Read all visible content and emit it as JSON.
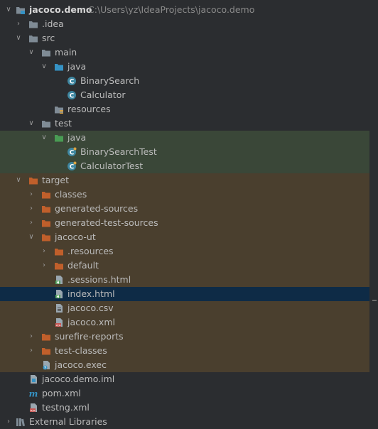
{
  "project_tree": {
    "root": {
      "name": "jacoco.demo",
      "path": "C:\\Users\\yz\\IdeaProjects\\jacoco.demo"
    },
    "idea": ".idea",
    "src": "src",
    "main": "main",
    "main_java": "java",
    "binary_search": "BinarySearch",
    "calculator": "Calculator",
    "resources": "resources",
    "test": "test",
    "test_java": "java",
    "binary_search_test": "BinarySearchTest",
    "calculator_test": "CalculatorTest",
    "target": "target",
    "classes": "classes",
    "generated_sources": "generated-sources",
    "generated_test_sources": "generated-test-sources",
    "jacoco_ut": "jacoco-ut",
    "dot_resources": ".resources",
    "default": "default",
    "sessions_html": ".sessions.html",
    "index_html": "index.html",
    "jacoco_csv": "jacoco.csv",
    "jacoco_xml": "jacoco.xml",
    "surefire_reports": "surefire-reports",
    "test_classes": "test-classes",
    "jacoco_exec": "jacoco.exec",
    "jacoco_demo_iml": "jacoco.demo.iml",
    "pom_xml": "pom.xml",
    "testng_xml": "testng.xml",
    "external_libraries": "External Libraries",
    "selected_item": "index.html"
  },
  "colors": {
    "background": "#2b2d30",
    "test_band": "#3a4738",
    "target_band": "#4a3f2e",
    "selection": "#0e2b46",
    "folder_gray": "#7f8b95",
    "folder_blue": "#3592c4",
    "folder_green": "#499c54",
    "folder_orange": "#c05f2b",
    "class_icon": "#3e86a0"
  }
}
